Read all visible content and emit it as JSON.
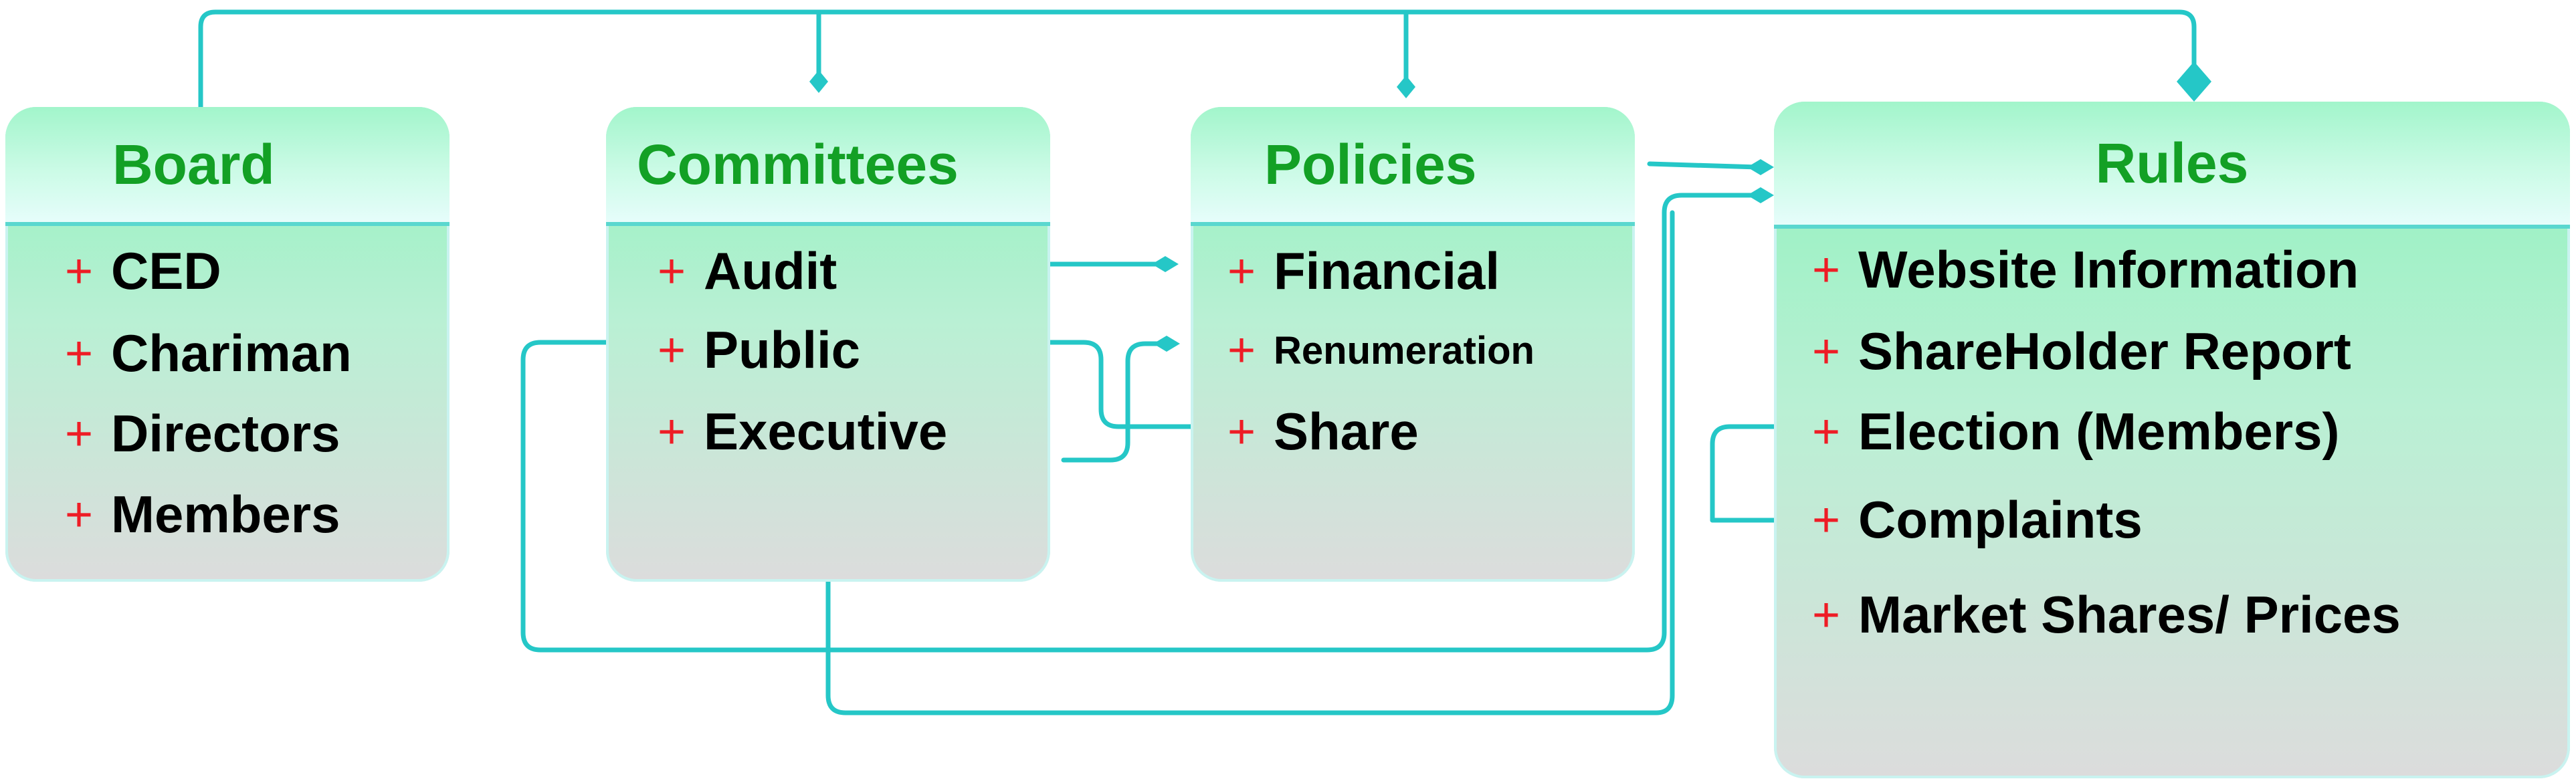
{
  "boxes": {
    "board": {
      "title": "Board",
      "items": [
        {
          "plus": "+",
          "label": "CED"
        },
        {
          "plus": "+",
          "label": "Chariman"
        },
        {
          "plus": "+",
          "label": "Directors"
        },
        {
          "plus": "+",
          "label": "Members"
        }
      ]
    },
    "committees": {
      "title": "Committees",
      "items": [
        {
          "plus": "+",
          "label": "Audit"
        },
        {
          "plus": "+",
          "label": "Public"
        },
        {
          "plus": "+",
          "label": "Executive"
        }
      ]
    },
    "policies": {
      "title": "Policies",
      "items": [
        {
          "plus": "+",
          "label": "Financial"
        },
        {
          "plus": "+",
          "label": "Renumeration"
        },
        {
          "plus": "+",
          "label": "Share"
        }
      ]
    },
    "rules": {
      "title": "Rules",
      "items": [
        {
          "plus": "+",
          "label": "Website Information"
        },
        {
          "plus": "+",
          "label": "ShareHolder Report"
        },
        {
          "plus": "+",
          "label": "Election (Members)"
        },
        {
          "plus": "+",
          "label": "Complaints"
        },
        {
          "plus": "+",
          "label": "Market Shares/ Prices"
        }
      ]
    }
  },
  "colors": {
    "connector": "#25c7c7",
    "title": "#13a025",
    "plus": "#ee1c25",
    "text": "#000000",
    "box_top": "#8ff2bd",
    "box_bottom": "#dcdcdc"
  }
}
